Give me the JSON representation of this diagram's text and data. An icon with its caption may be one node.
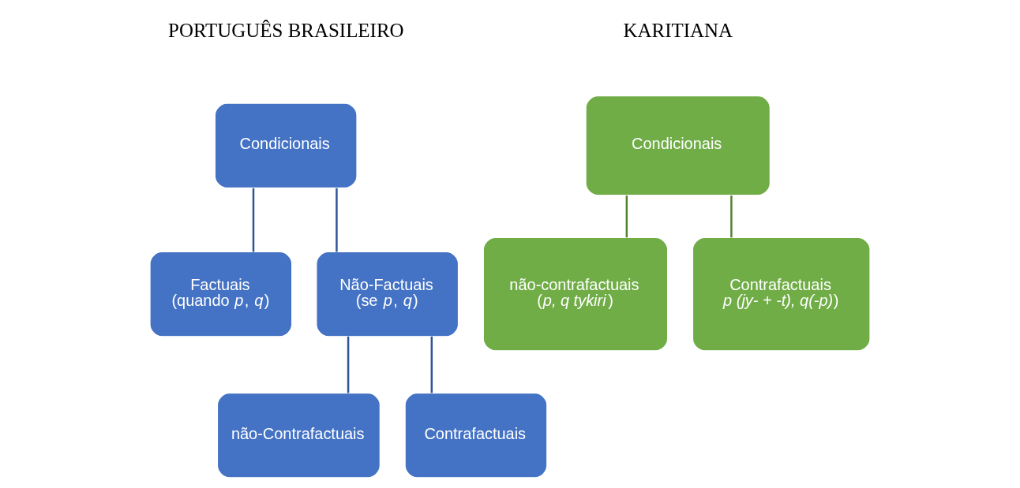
{
  "diagram": {
    "nodes": [
      {
        "text": [
          "Condicionais"
        ]
      },
      {
        "text": [
          "Factuais",
          "(quando *p*, *q*)"
        ]
      },
      {
        "text": [
          "Não-Factuais",
          "(se *p*, *q*)"
        ]
      },
      {
        "text": [
          "não-Contrafactuais"
        ]
      },
      {
        "text": [
          "Contrafactuais"
        ]
      },
      {
        "text": [
          "Condicionais"
        ]
      },
      {
        "text": [
          "não-contrafactuais",
          "(*p, q tykiri*)"
        ]
      },
      {
        "text": [
          "Contrafactuais",
          "*p (jy- + -t), q(-p)*)"
        ]
      }
    ],
    "edges": [
      {
        "from": 0,
        "to": 1,
        "arrow": "none",
        "color": "#2f5597"
      },
      {
        "from": 0,
        "to": 2,
        "arrow": "none",
        "color": "#2f5597"
      },
      {
        "from": 2,
        "to": 3,
        "arrow": "none",
        "color": "#2f5597"
      },
      {
        "from": 2,
        "to": 4,
        "arrow": "none",
        "color": "#2f5597"
      },
      {
        "from": 5,
        "to": 6,
        "arrow": "none",
        "color": "#548235"
      },
      {
        "from": 5,
        "to": 7,
        "arrow": "none",
        "color": "#548235"
      }
    ],
    "labels": [
      "PORTUGUÊS BRASILEIRO",
      "KARITIANA"
    ]
  }
}
